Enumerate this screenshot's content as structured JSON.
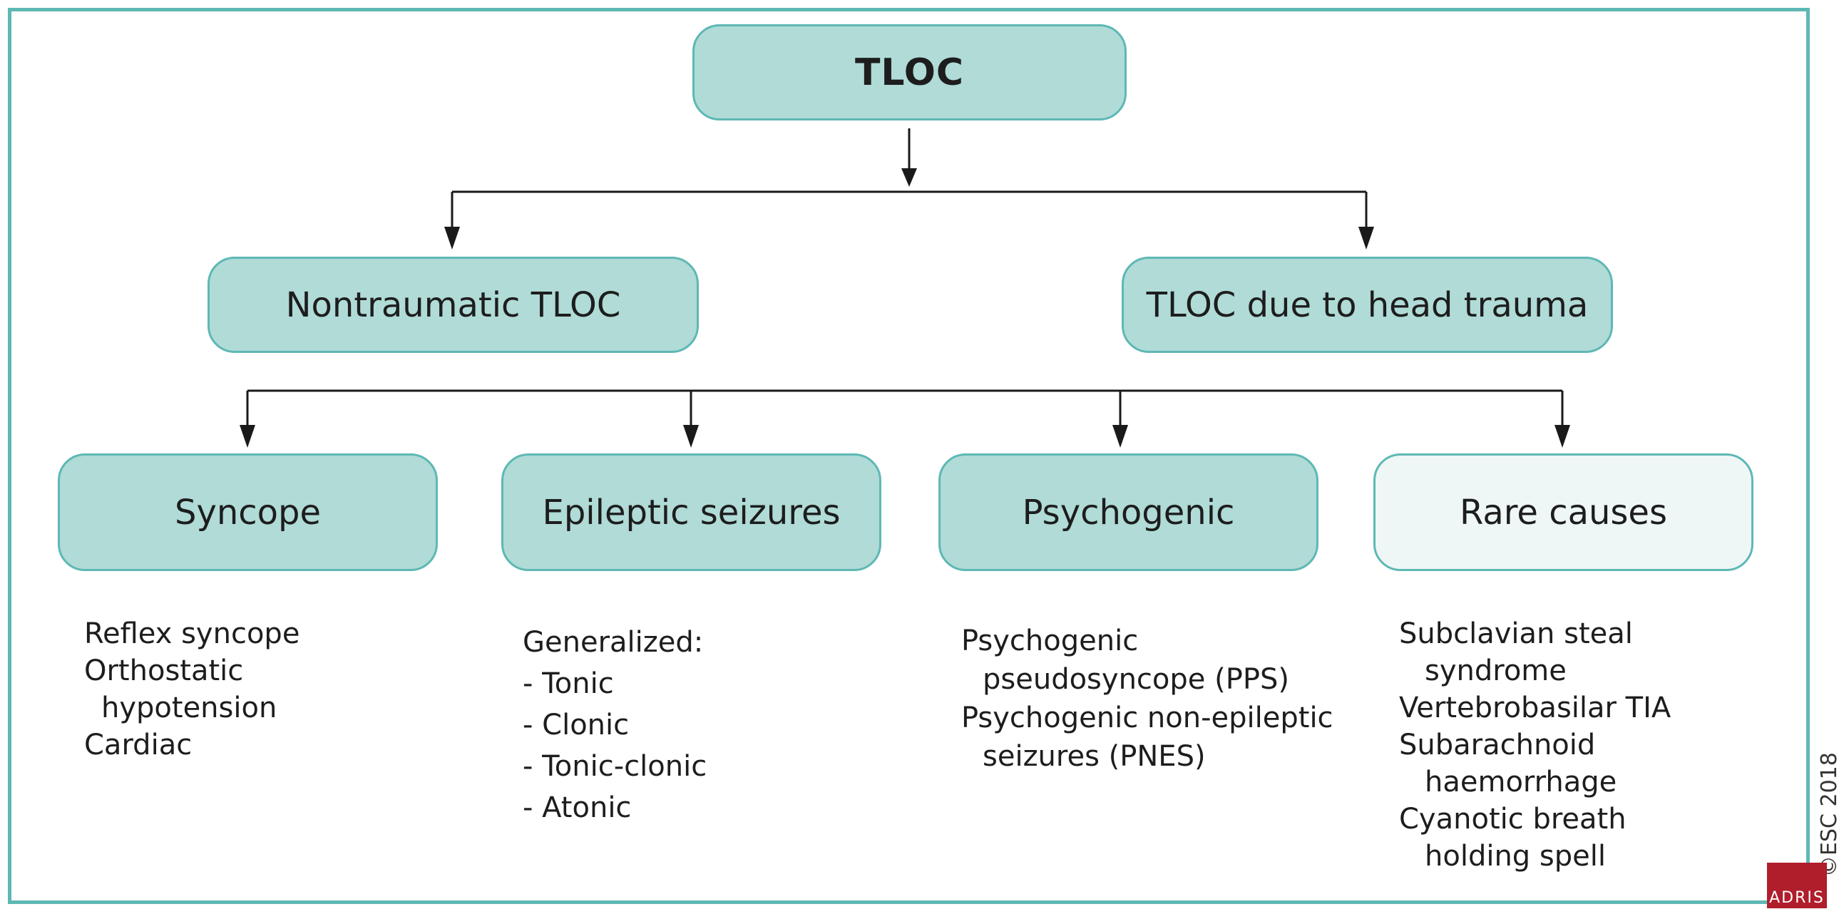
{
  "diagram": {
    "root": {
      "label": "TLOC"
    },
    "level2": [
      {
        "label": "Nontraumatic TLOC"
      },
      {
        "label": "TLOC due to head trauma"
      }
    ],
    "level3": [
      {
        "label": "Syncope"
      },
      {
        "label": "Epileptic seizures"
      },
      {
        "label": "Psychogenic"
      },
      {
        "label": "Rare causes"
      }
    ],
    "details": {
      "syncope": [
        "Reflex syncope",
        "Orthostatic",
        "hypotension",
        "Cardiac"
      ],
      "epileptic": [
        "Generalized:",
        "- Tonic",
        "- Clonic",
        "- Tonic-clonic",
        "- Atonic"
      ],
      "psychogenic": [
        "Psychogenic",
        "pseudosyncope (PPS)",
        "Psychogenic non-epileptic",
        "seizures (PNES)"
      ],
      "rare": [
        "Subclavian steal",
        "syndrome",
        "Vertebrobasilar TIA",
        "Subarachnoid",
        "haemorrhage",
        "Cyanotic breath",
        "holding spell"
      ]
    }
  },
  "footer": {
    "copyright": "©ESC 2018",
    "logo_text": "ADRIS"
  },
  "colors": {
    "frame": "#5eb8b4",
    "box_fill": "#b0dbd7",
    "box_fill_light": "#eef7f6",
    "arrow": "#1a1a1a",
    "logo": "#b01d2b"
  }
}
